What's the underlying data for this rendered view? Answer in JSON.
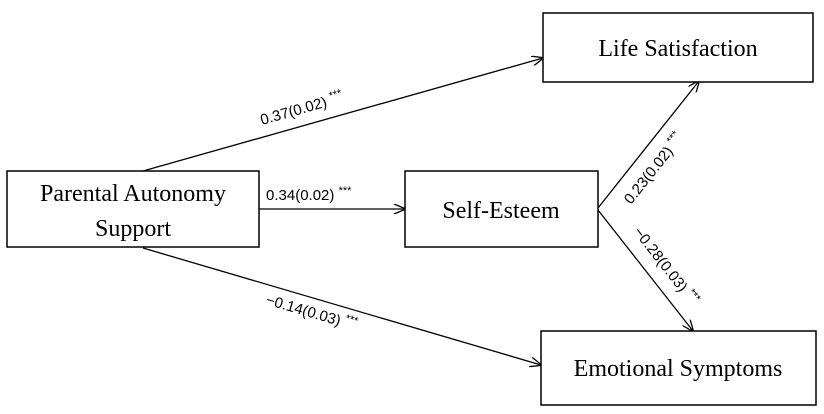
{
  "nodes": {
    "parental_autonomy_support": {
      "line1": "Parental Autonomy",
      "line2": "Support"
    },
    "self_esteem": {
      "label": "Self-Esteem"
    },
    "life_satisfaction": {
      "label": "Life Satisfaction"
    },
    "emotional_symptoms": {
      "label": "Emotional Symptoms"
    }
  },
  "edges": {
    "pas_to_ls": {
      "coef": "0.37(0.02)",
      "sig": "***"
    },
    "pas_to_se": {
      "coef": "0.34(0.02)",
      "sig": "***"
    },
    "pas_to_es": {
      "coef": "−0.14(0.03)",
      "sig": "***"
    },
    "se_to_ls": {
      "coef": "0.23(0.02)",
      "sig": "***"
    },
    "se_to_es": {
      "coef": "−0.28(0.03)",
      "sig": "***"
    }
  },
  "colors": {
    "line": "#000000",
    "text": "#000000",
    "background": "#ffffff"
  }
}
